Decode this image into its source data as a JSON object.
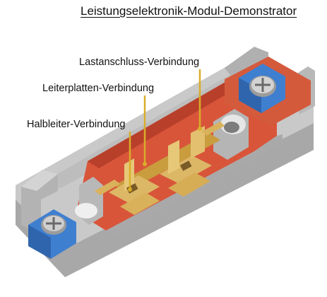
{
  "title": "Leistungselektronik-Modul-Demonstrator",
  "callouts": {
    "load": "Lastanschluss-Verbindung",
    "pcb": "Leiterplatten-Verbindung",
    "semi": "Halbleiter-Verbindung"
  },
  "colors": {
    "housing": "#c9c9c9",
    "housing_dark": "#9a9a9a",
    "cavity": "#d8553a",
    "copper": "#d9b25b",
    "terminal_blue": "#3f7fd0",
    "leader": "#d9ad2a",
    "text": "#111111"
  },
  "icons": [
    "screw-terminal-left-icon",
    "screw-terminal-right-icon"
  ]
}
